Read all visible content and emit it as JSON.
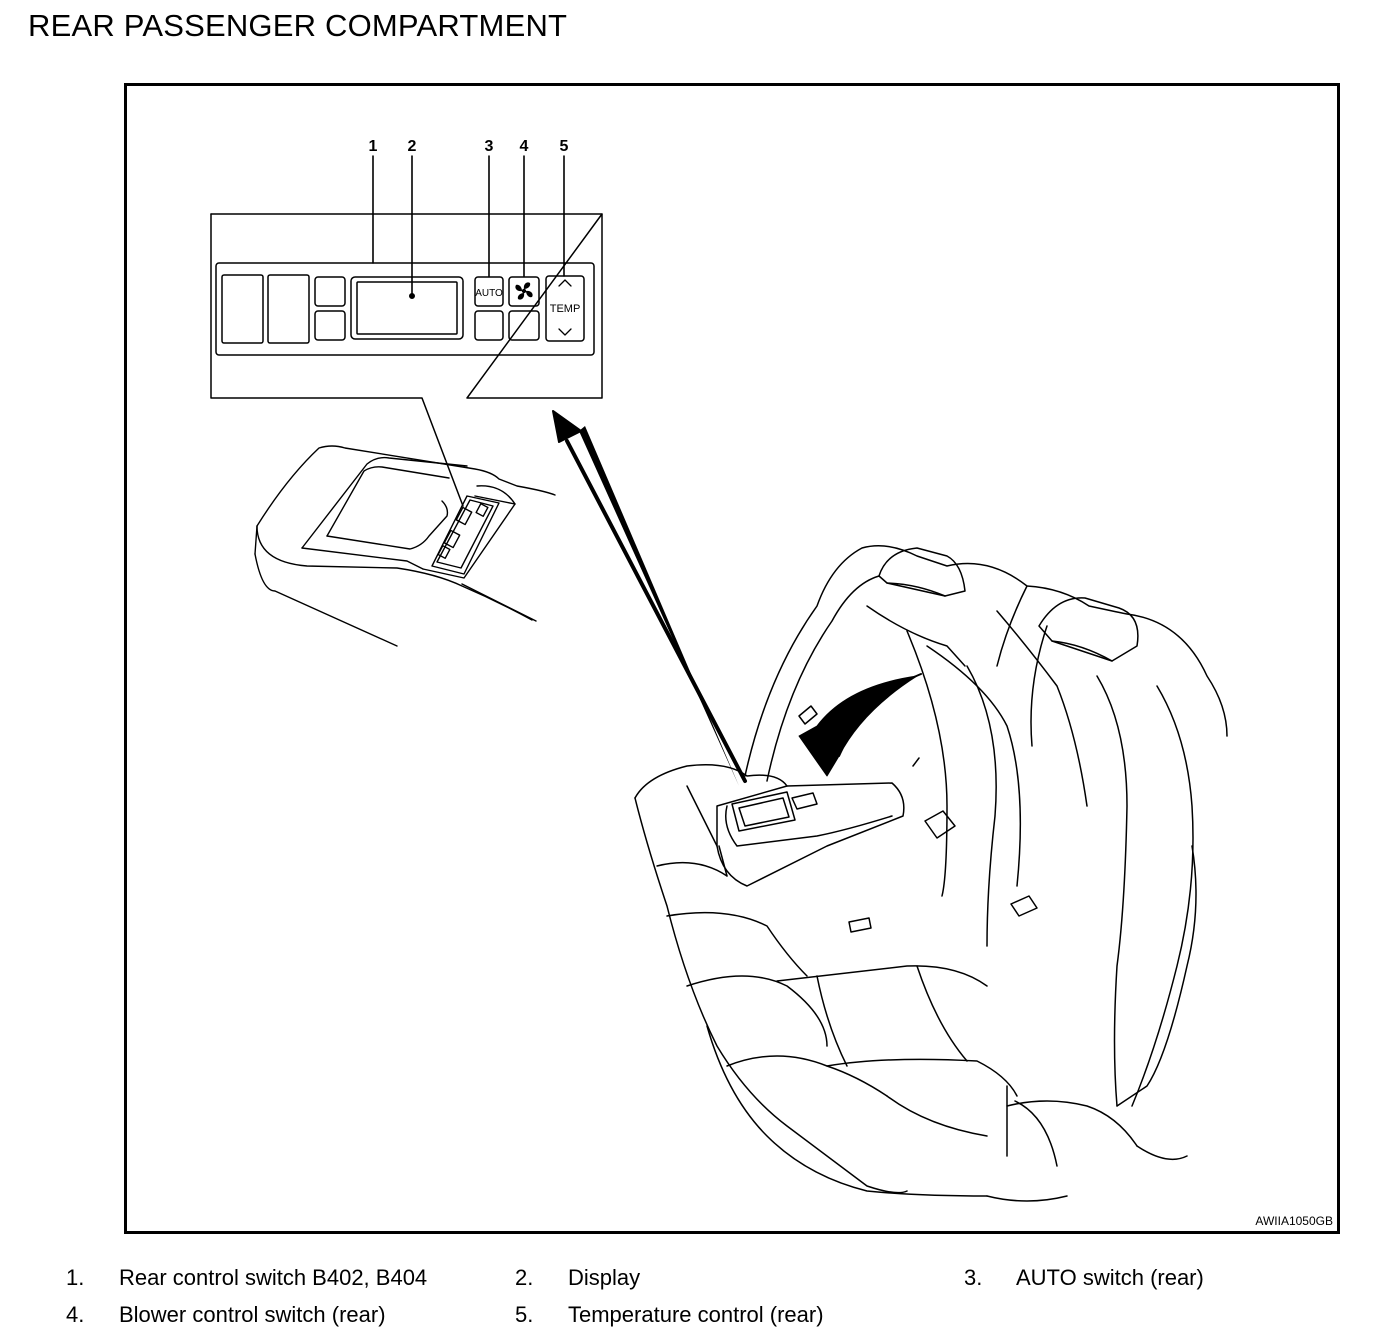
{
  "title": "REAR PASSENGER COMPARTMENT",
  "figure_id": "AWIIA1050GB",
  "callouts": [
    "1",
    "2",
    "3",
    "4",
    "5"
  ],
  "panel": {
    "auto_label": "AUTO",
    "temp_label": "TEMP",
    "fan_icon": "fan-icon",
    "up_icon": "chevron-up-icon",
    "down_icon": "chevron-down-icon"
  },
  "legend": [
    {
      "num": "1.",
      "text": "Rear control switch B402, B404"
    },
    {
      "num": "2.",
      "text": "Display"
    },
    {
      "num": "3.",
      "text": "AUTO switch (rear)"
    },
    {
      "num": "4.",
      "text": "Blower control switch (rear)"
    },
    {
      "num": "5.",
      "text": "Temperature control (rear)"
    }
  ]
}
